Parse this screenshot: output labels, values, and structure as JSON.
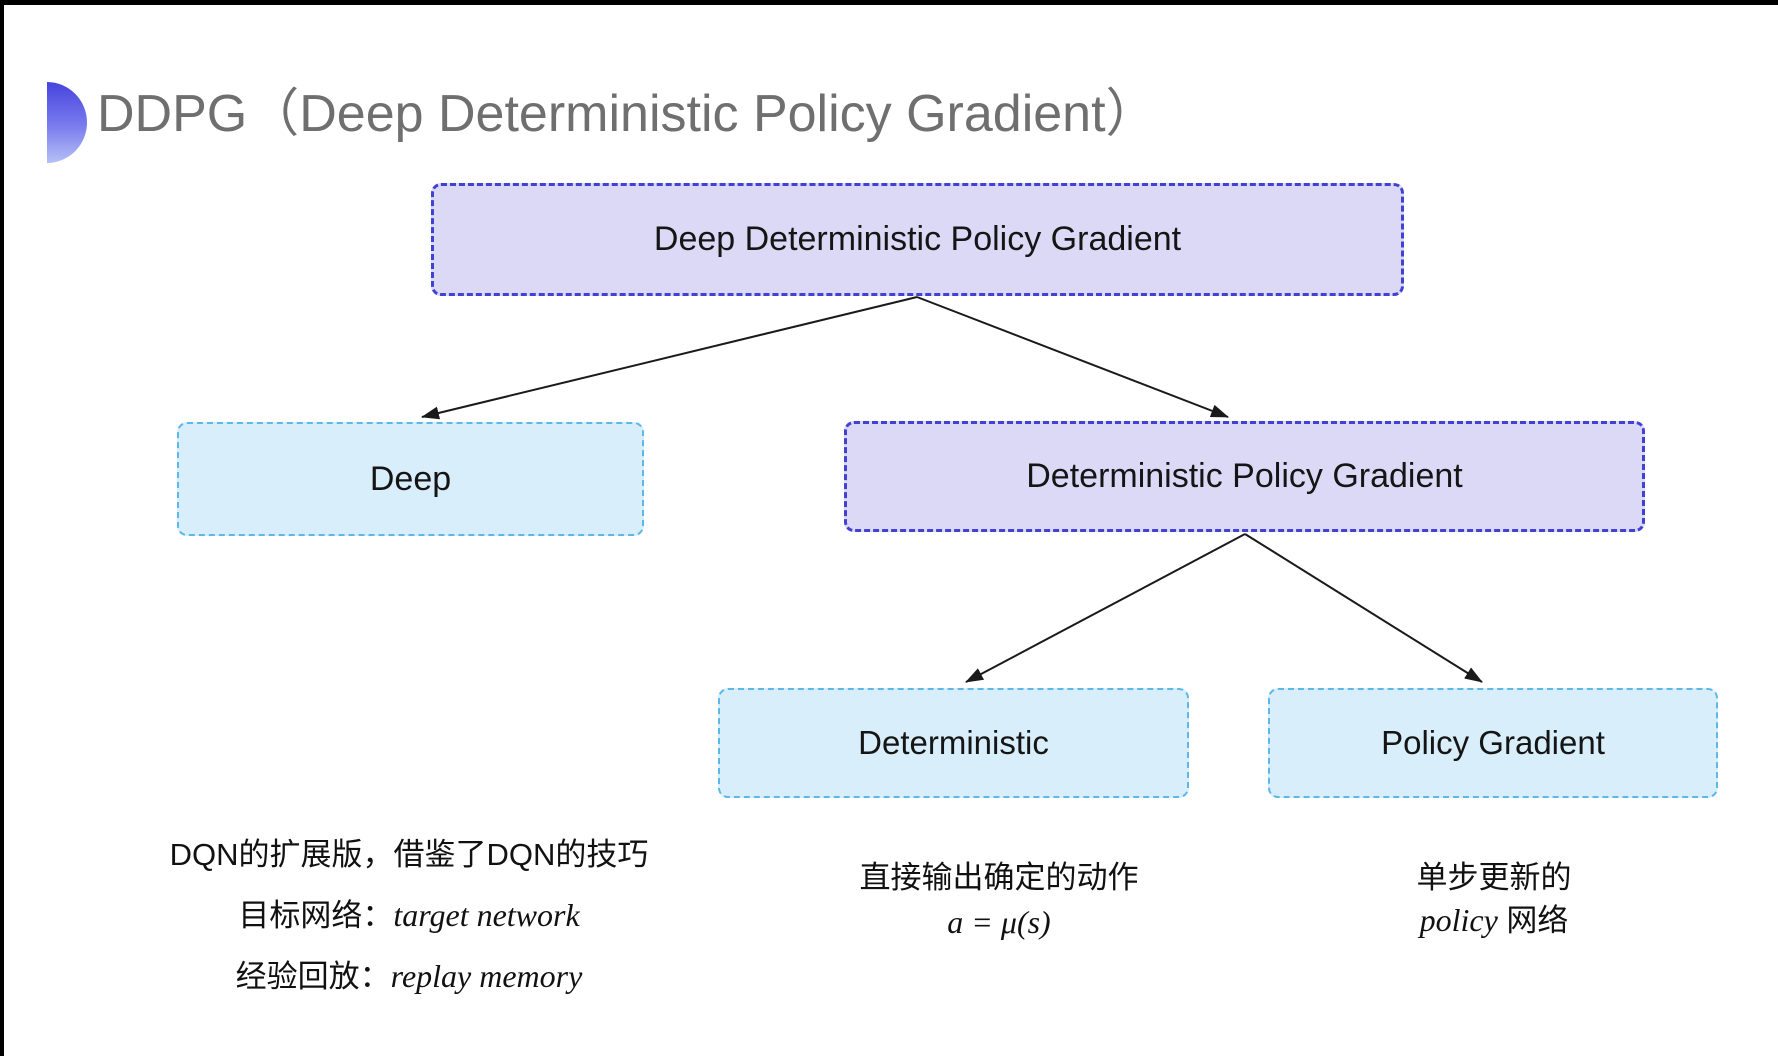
{
  "slide": {
    "title": "DDPG（Deep Deterministic Policy Gradient）"
  },
  "tree": {
    "root": {
      "label": "Deep Deterministic Policy Gradient"
    },
    "children": [
      {
        "label": "Deep"
      },
      {
        "label": "Deterministic Policy Gradient"
      }
    ],
    "grandchildren": [
      {
        "label": "Deterministic"
      },
      {
        "label": "Policy Gradient"
      }
    ]
  },
  "notes": {
    "deep": {
      "line1": "DQN的扩展版，借鉴了DQN的技巧",
      "target_label": "目标网络：",
      "target_term": "target network",
      "replay_label": "经验回放：",
      "replay_term": "replay memory"
    },
    "deterministic": {
      "line1": "直接输出确定的动作",
      "formula": "a = μ(s)"
    },
    "policy_gradient": {
      "line1": "单步更新的",
      "term": "policy",
      "suffix": " 网络"
    }
  },
  "colors": {
    "purple_fill": "#dcd9f7",
    "purple_border": "#4141d3",
    "cyan_fill": "#d9eefb",
    "cyan_border": "#5cb8e8",
    "title_gray": "#6f6f6f",
    "arrow": "#1a1a1a",
    "accent_top": "#4644de",
    "accent_bottom": "#b6c0f6"
  }
}
